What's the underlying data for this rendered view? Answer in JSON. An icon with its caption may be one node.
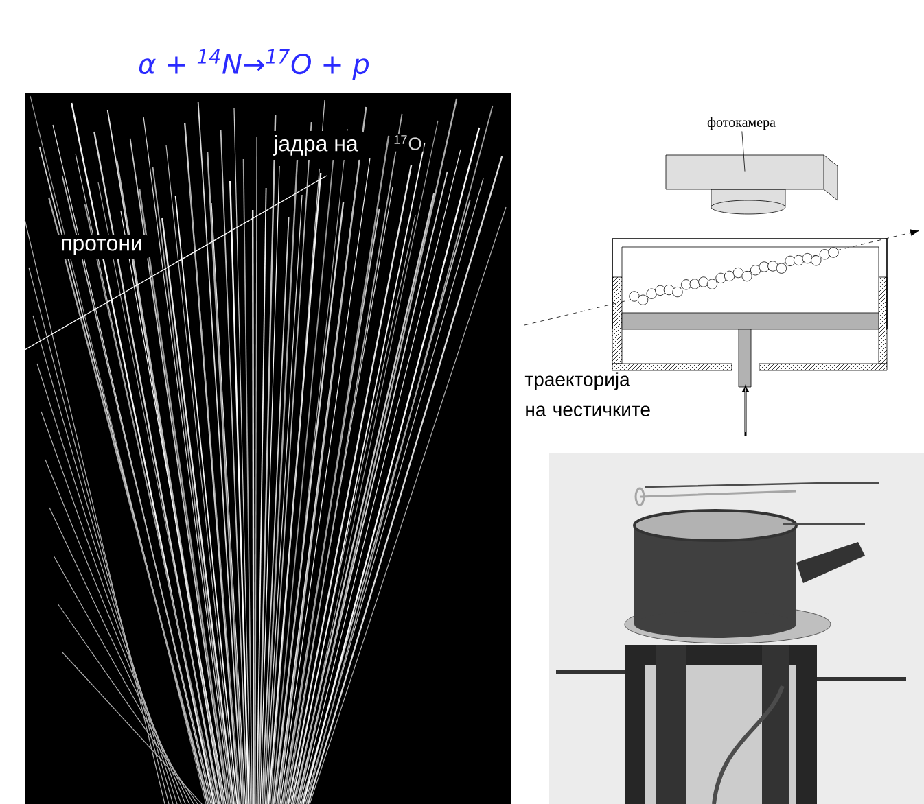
{
  "diagram": {
    "title": "α + $^{14}$N→$^{17}$O + p",
    "nodes": [
      {
        "text": [
          "фотокамера"
        ]
      },
      {
        "text": [],
        "shape": "box"
      }
    ],
    "edges": [
      {
        "from": 0,
        "to": 1,
        "arrow": "none"
      }
    ],
    "labels": [
      "јадра на",
      "$^{17}$O",
      "протони",
      "траекторија на честичките"
    ]
  }
}
